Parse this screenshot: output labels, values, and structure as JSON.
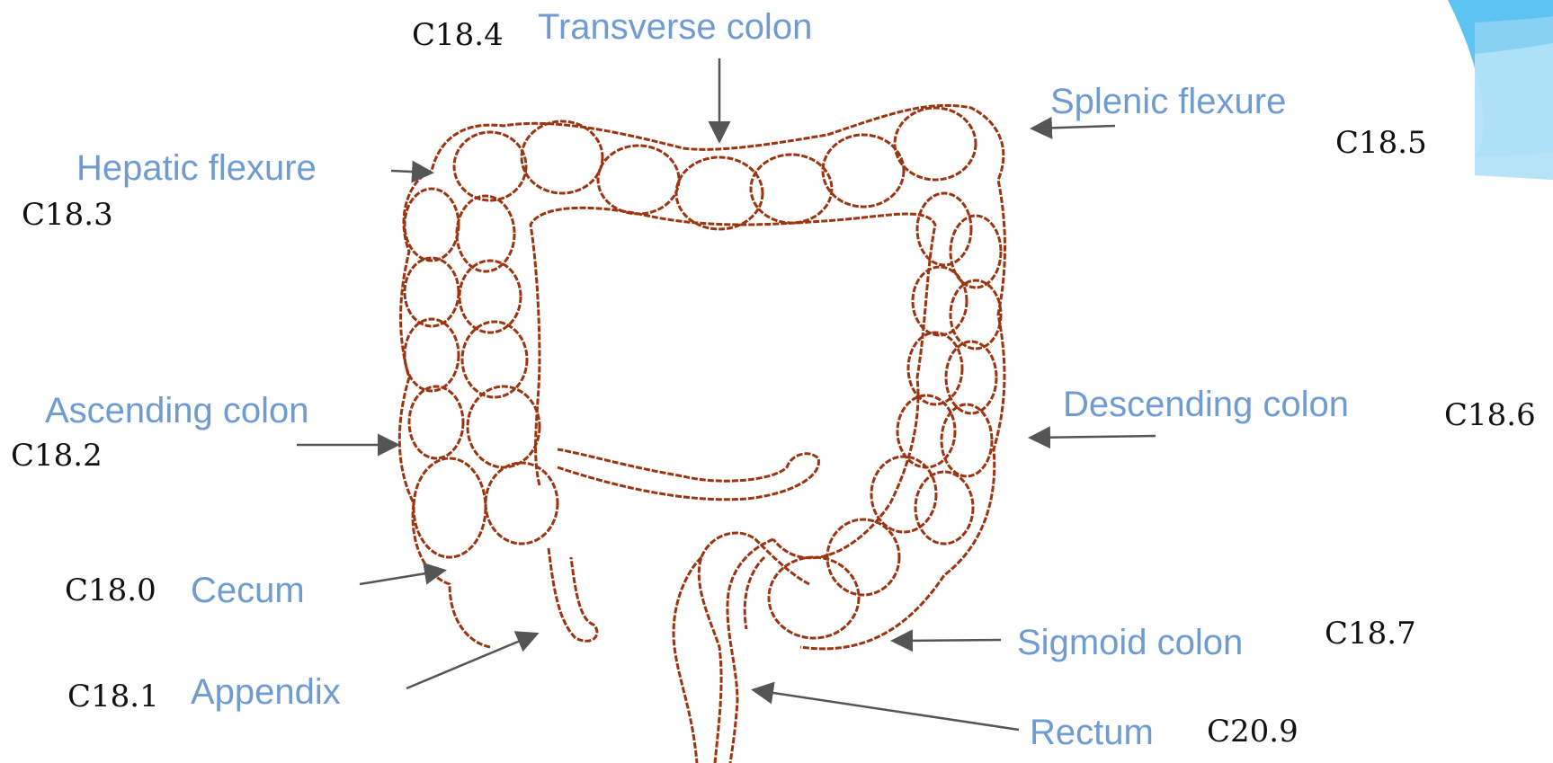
{
  "colors": {
    "label": "#6f9bd0",
    "code": "#111111",
    "colon": "#9b3410",
    "arrow": "#555555",
    "corner_light": "#a9ddf7",
    "corner_mid": "#5cc3f2"
  },
  "labels": {
    "transverse": "Transverse colon",
    "splenic": "Splenic flexure",
    "hepatic": "Hepatic flexure",
    "ascending": "Ascending colon",
    "descending": "Descending colon",
    "cecum": "Cecum",
    "sigmoid": "Sigmoid colon",
    "appendix": "Appendix",
    "rectum": "Rectum"
  },
  "codes": {
    "transverse": "C18.4",
    "splenic": "C18.5",
    "hepatic": "C18.3",
    "ascending": "C18.2",
    "descending": "C18.6",
    "cecum": "C18.0",
    "sigmoid": "C18.7",
    "appendix": "C18.1",
    "rectum": "C20.9"
  }
}
